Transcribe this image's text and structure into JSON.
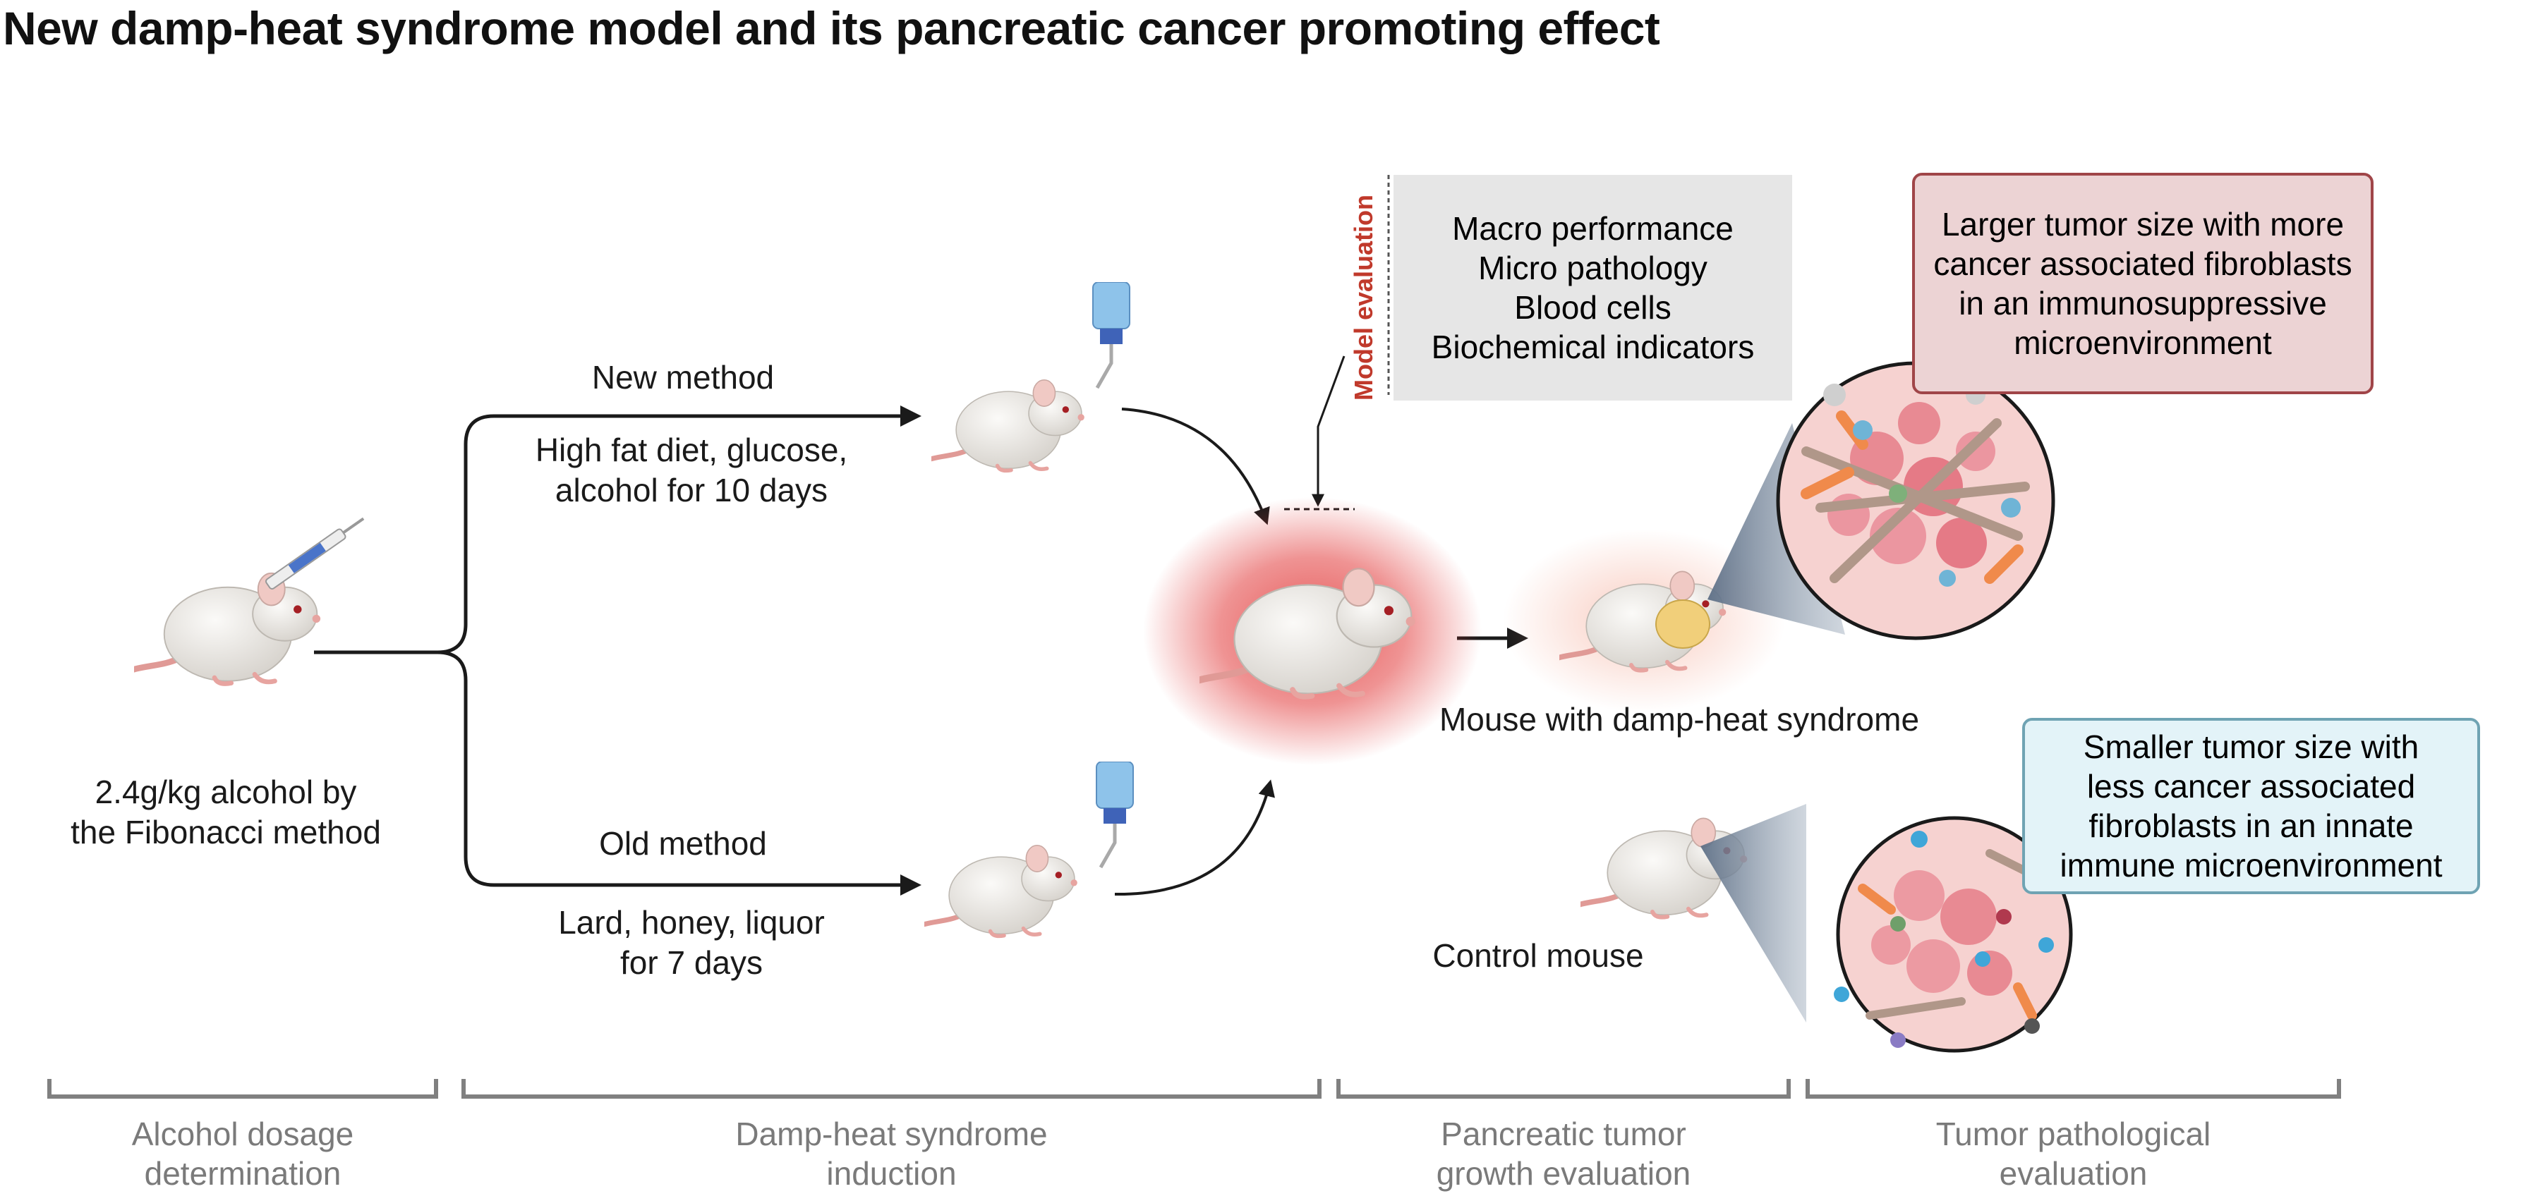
{
  "title": "New damp-heat syndrome model and its pancreatic cancer promoting effect",
  "colors": {
    "red_box_fill": "#ecd3d4",
    "red_box_border": "#a04548",
    "blue_box_fill": "#e3f3f8",
    "blue_box_border": "#6fa3b3",
    "model_eval_fill": "#e6e6e6",
    "model_eval_text": "#c0392b",
    "stage_text": "#7a7a7a",
    "bracket": "#808080",
    "mouse_body": "#ece9e4",
    "tail": "#e09a96",
    "glow": "#e23b3b",
    "bottle": "#8ec3ea"
  },
  "dosage": {
    "label_line1": "2.4g/kg alcohol by",
    "label_line2": "the Fibonacci method"
  },
  "new_method": {
    "heading": "New method",
    "detail_line1": "High fat diet, glucose,",
    "detail_line2": "alcohol for 10 days"
  },
  "old_method": {
    "heading": "Old method",
    "detail_line1": "Lard, honey, liquor",
    "detail_line2": "for 7 days"
  },
  "model_evaluation": {
    "label": "Model evaluation",
    "items": [
      "Macro performance",
      "Micro pathology",
      "Blood cells",
      "Biochemical indicators"
    ]
  },
  "damp_heat_mouse_label": "Mouse with damp-heat syndrome",
  "control_mouse_label": "Control mouse",
  "tumor_large": {
    "lines": [
      "Larger tumor size with more",
      "cancer associated fibroblasts",
      "in an immunosuppressive",
      "microenvironment"
    ]
  },
  "tumor_small": {
    "lines": [
      "Smaller tumor size with",
      "less cancer associated",
      "fibroblasts in an innate",
      "immune microenvironment"
    ]
  },
  "stages": [
    {
      "line1": "Alcohol dosage",
      "line2": "determination"
    },
    {
      "line1": "Damp-heat syndrome",
      "line2": "induction"
    },
    {
      "line1": "Pancreatic tumor",
      "line2": "growth evaluation"
    },
    {
      "line1": "Tumor pathological",
      "line2": "evaluation"
    }
  ]
}
